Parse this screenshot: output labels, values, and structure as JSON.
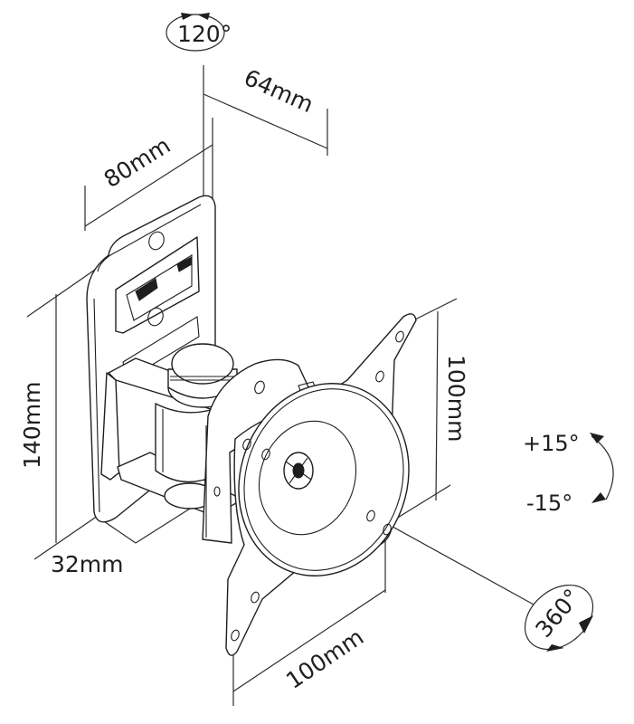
{
  "title": "Monitor wall mount dimension diagram",
  "colors": {
    "line": "#1e1e1e",
    "background": "#ffffff"
  },
  "dimensions": {
    "wall_plate_depth": "64mm",
    "wall_plate_width": "80mm",
    "wall_plate_height": "140mm",
    "arm_offset": "32mm",
    "vesa_vertical": "100mm",
    "vesa_horizontal": "100mm"
  },
  "motions": {
    "swivel": "120°",
    "tilt_up": "+15°",
    "tilt_down": "-15°",
    "rotation": "360°"
  },
  "icons": {
    "swivel": "curved-double-arrow-ellipse",
    "tilt": "curved-double-arrow-arc",
    "rotation": "curved-double-arrow-ellipse"
  }
}
